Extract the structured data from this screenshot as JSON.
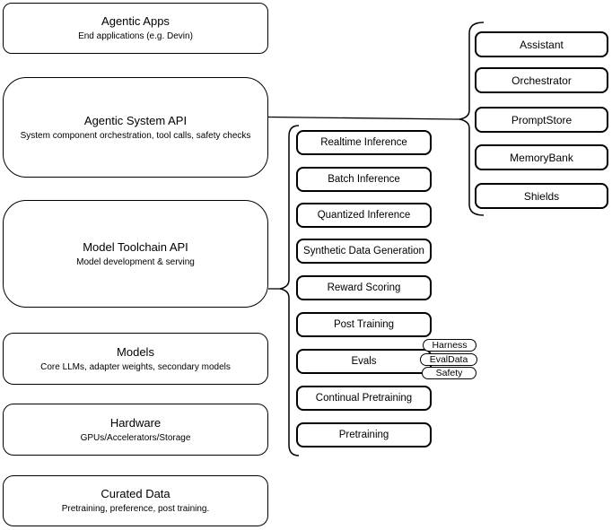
{
  "diagram": {
    "left_column": [
      {
        "title": "Agentic Apps",
        "subtitle": "End applications (e.g. Devin)"
      },
      {
        "title": "Agentic System API",
        "subtitle": "System component orchestration, tool calls, safety checks"
      },
      {
        "title": "Model Toolchain API",
        "subtitle": "Model development & serving"
      },
      {
        "title": "Models",
        "subtitle": "Core LLMs, adapter weights, secondary models"
      },
      {
        "title": "Hardware",
        "subtitle": "GPUs/Accelerators/Storage"
      },
      {
        "title": "Curated Data",
        "subtitle": "Pretraining, preference, post training."
      }
    ],
    "toolchain_items": [
      "Realtime Inference",
      "Batch Inference",
      "Quantized Inference",
      "Synthetic Data Generation",
      "Reward Scoring",
      "Post Training",
      "Evals",
      "Continual Pretraining",
      "Pretraining"
    ],
    "evals_badges": [
      "Harness",
      "EvalData",
      "Safety"
    ],
    "system_components": [
      "Assistant",
      "Orchestrator",
      "PromptStore",
      "MemoryBank",
      "Shields"
    ],
    "colors": {
      "stroke": "#000000",
      "background": "#ffffff",
      "text": "#000000"
    }
  }
}
